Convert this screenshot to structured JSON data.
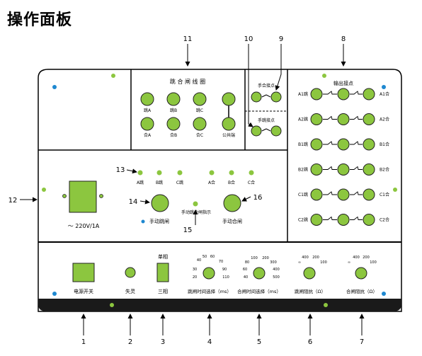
{
  "title": "操作面板",
  "colors": {
    "green": "#8cc63f",
    "green_stroke": "#222222",
    "blue": "#1e88d0",
    "panel_bottom": "#1a1a1a"
  },
  "callouts": {
    "c1": "1",
    "c2": "2",
    "c3": "3",
    "c4": "4",
    "c5": "5",
    "c6": "6",
    "c7": "7",
    "c8": "8",
    "c9": "9",
    "c10": "10",
    "c11": "11",
    "c12": "12",
    "c13": "13",
    "c14": "14",
    "c15": "15",
    "c16": "16"
  },
  "trip_coil": {
    "title": "跳 合 闸 线 圈",
    "trip_a": "跳A",
    "trip_b": "跳B",
    "trip_c": "跳C",
    "close_a": "合A",
    "close_b": "合B",
    "close_c": "合C",
    "common": "公共端"
  },
  "manual_contacts": {
    "close": "手合接点",
    "trip": "手跳接点"
  },
  "output_contacts": {
    "title": "输出接点",
    "rows": [
      {
        "left": "A1跳",
        "right": "A1合"
      },
      {
        "left": "A2跳",
        "right": "A2合"
      },
      {
        "left": "B1跳",
        "right": "B1合"
      },
      {
        "left": "B2跳",
        "right": "B2合"
      },
      {
        "left": "C1跳",
        "right": "C1合"
      },
      {
        "left": "C2跳",
        "right": "C2合"
      }
    ]
  },
  "indicators": {
    "a_trip": "A跳",
    "b_trip": "B跳",
    "c_trip": "C跳",
    "a_close": "A合",
    "b_close": "B合",
    "c_close": "C合",
    "manual_indicator": "手动跳合闸指示",
    "manual_trip": "手动跳闸",
    "manual_close": "手动合闸",
    "voltage": "～ 220V/1A"
  },
  "bottom": {
    "power_switch": "电源开关",
    "fail_spirit": "失灵",
    "single_phase": "单相",
    "three_phase": "三相",
    "trip_time": {
      "label": "跳闸时间选择（ms）",
      "ticks": [
        "40",
        "50",
        "60",
        "70",
        "30",
        "90",
        "20",
        "110"
      ]
    },
    "close_time": {
      "label": "合闸时间选择（ms）",
      "ticks": [
        "100",
        "200",
        "80",
        "300",
        "60",
        "400",
        "40",
        "500"
      ]
    },
    "trip_res": {
      "label": "跳闸阻抗（Ω）",
      "ticks": [
        "400",
        "200",
        "∞",
        "100"
      ]
    },
    "close_res": {
      "label": "合闸阻抗（Ω）",
      "ticks": [
        "400",
        "200",
        "∞",
        "100"
      ]
    }
  }
}
